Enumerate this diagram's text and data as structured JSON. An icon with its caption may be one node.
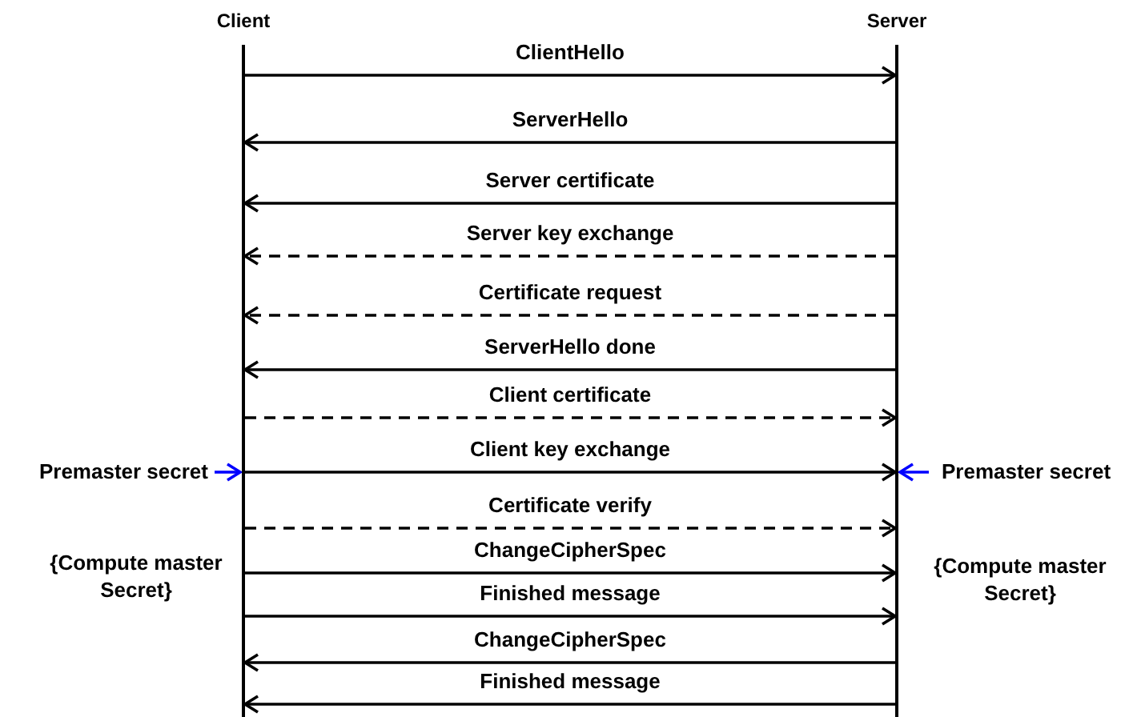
{
  "diagram": {
    "nodes": [
      {
        "text": [
          "Client"
        ]
      },
      {
        "text": [
          "Server"
        ]
      },
      {
        "text": [
          "Premaster secret"
        ]
      },
      {
        "text": [
          "Premaster secret"
        ]
      }
    ],
    "edges": [
      {
        "from": 0,
        "to": 1,
        "arrow": "to",
        "label": "ClientHello"
      },
      {
        "from": 1,
        "to": 0,
        "arrow": "to",
        "label": "ServerHello"
      },
      {
        "from": 1,
        "to": 0,
        "arrow": "to",
        "label": "Server certificate"
      },
      {
        "from": 1,
        "to": 0,
        "arrow": "to",
        "label": "Server key exchange",
        "style": "dashed"
      },
      {
        "from": 1,
        "to": 0,
        "arrow": "to",
        "label": "Certificate request",
        "style": "dashed"
      },
      {
        "from": 1,
        "to": 0,
        "arrow": "to",
        "label": "ServerHello done"
      },
      {
        "from": 0,
        "to": 1,
        "arrow": "to",
        "label": "Client certificate",
        "style": "dashed"
      },
      {
        "from": 0,
        "to": 1,
        "arrow": "to",
        "label": "Client key exchange"
      },
      {
        "from": 0,
        "to": 1,
        "arrow": "to",
        "label": "Certificate verify",
        "style": "dashed"
      },
      {
        "from": 0,
        "to": 1,
        "arrow": "to",
        "label": "ChangeCipherSpec"
      },
      {
        "from": 0,
        "to": 1,
        "arrow": "to",
        "label": "Finished message"
      },
      {
        "from": 1,
        "to": 0,
        "arrow": "to",
        "label": "ChangeCipherSpec"
      },
      {
        "from": 1,
        "to": 0,
        "arrow": "to",
        "label": "Finished message"
      },
      {
        "from": 2,
        "to": 0,
        "arrow": "to",
        "color": "#0000ff"
      },
      {
        "from": 3,
        "to": 1,
        "arrow": "to",
        "color": "#0000ff"
      }
    ],
    "labels": [
      "{Compute master Secret}",
      "{Compute master Secret}"
    ]
  }
}
